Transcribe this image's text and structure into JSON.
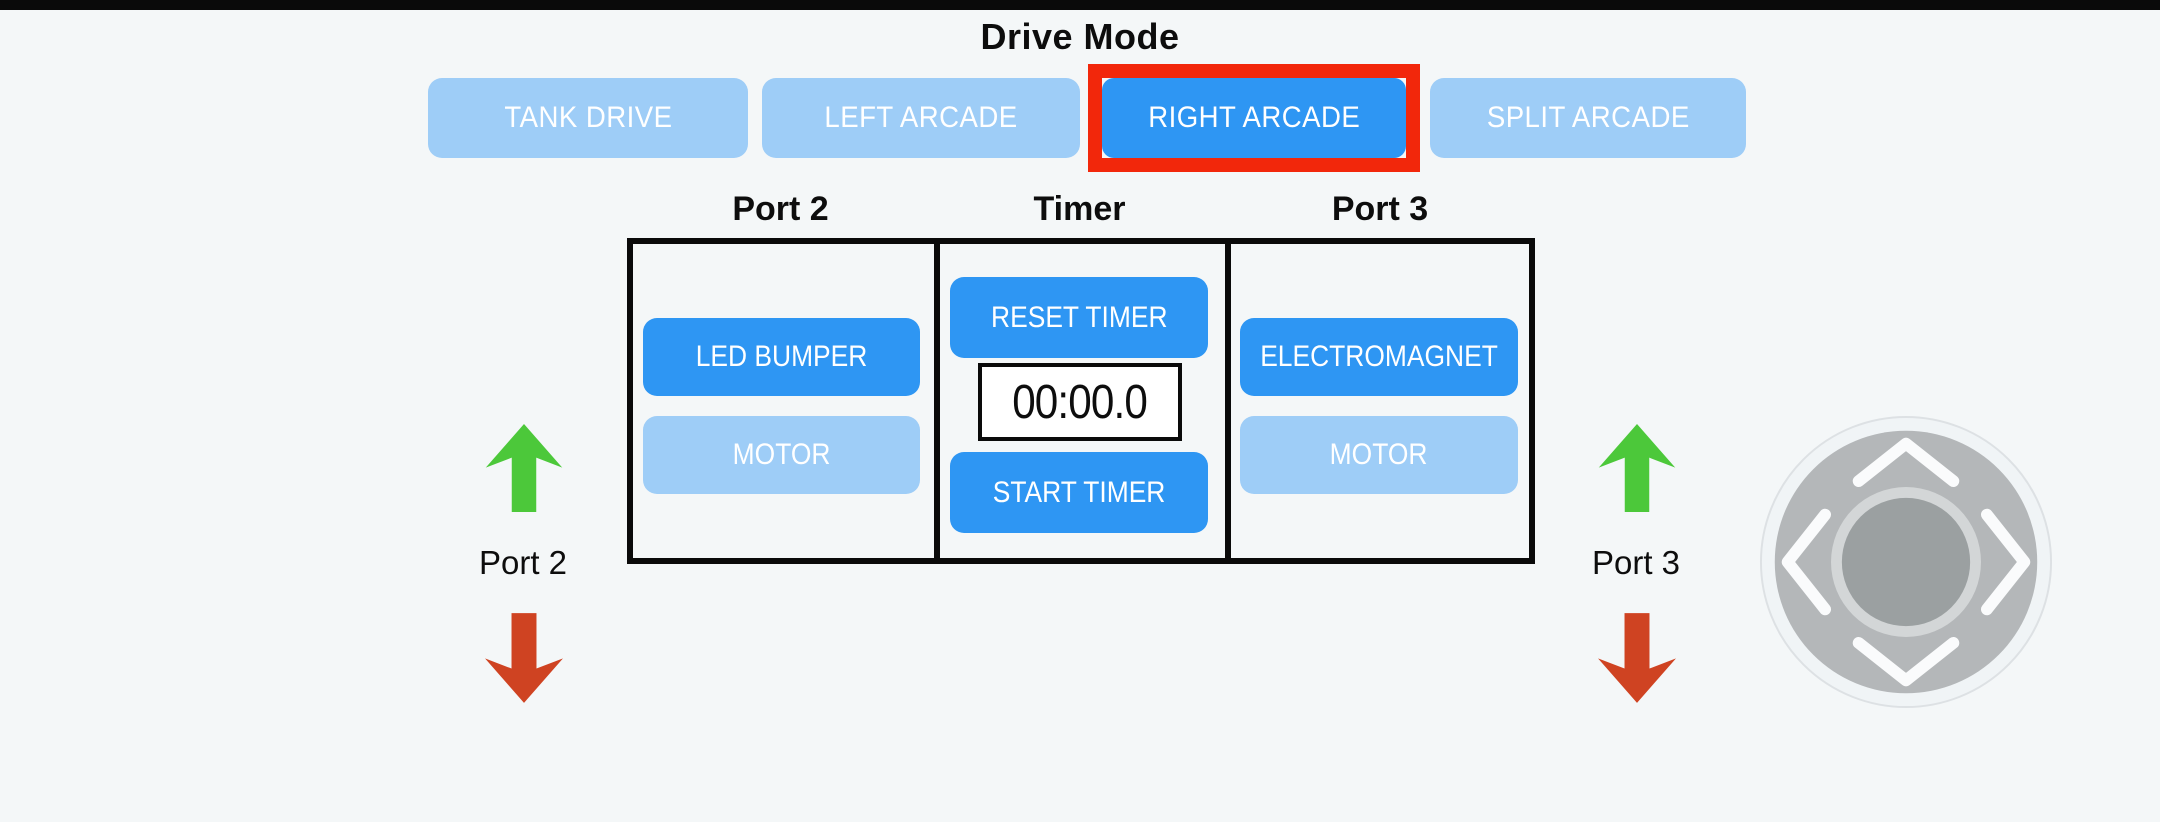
{
  "title": "Drive Mode",
  "drive_modes": [
    {
      "label": "TANK DRIVE",
      "selected": false
    },
    {
      "label": "LEFT ARCADE",
      "selected": false
    },
    {
      "label": "RIGHT ARCADE",
      "selected": true
    },
    {
      "label": "SPLIT ARCADE",
      "selected": false
    }
  ],
  "panel": {
    "port2": {
      "header": "Port 2",
      "buttons": [
        {
          "label": "LED BUMPER",
          "active": true
        },
        {
          "label": "MOTOR",
          "active": false
        }
      ]
    },
    "timer": {
      "header": "Timer",
      "reset_label": "RESET TIMER",
      "display_value": "00:00.0",
      "start_label": "START TIMER"
    },
    "port3": {
      "header": "Port 3",
      "buttons": [
        {
          "label": "ELECTROMAGNET",
          "active": true
        },
        {
          "label": "MOTOR",
          "active": false
        }
      ]
    }
  },
  "side_controls": {
    "left": {
      "label": "Port 2",
      "up_arrow": "green-up-arrow",
      "down_arrow": "red-down-arrow"
    },
    "right": {
      "label": "Port 3",
      "up_arrow": "green-up-arrow",
      "down_arrow": "red-down-arrow"
    }
  },
  "joystick": {
    "name": "directional-joystick",
    "chevrons": [
      "up",
      "left",
      "right",
      "down"
    ]
  },
  "colors": {
    "background": "#f4f7f8",
    "active_blue": "#2e96f3",
    "inactive_blue": "#9ecdf7",
    "selected_border_red": "#f2270b",
    "arrow_green": "#4cc83a",
    "arrow_red": "#cf4322",
    "joystick_base": "#b4b7b9",
    "joystick_knob": "#9ba0a1"
  }
}
